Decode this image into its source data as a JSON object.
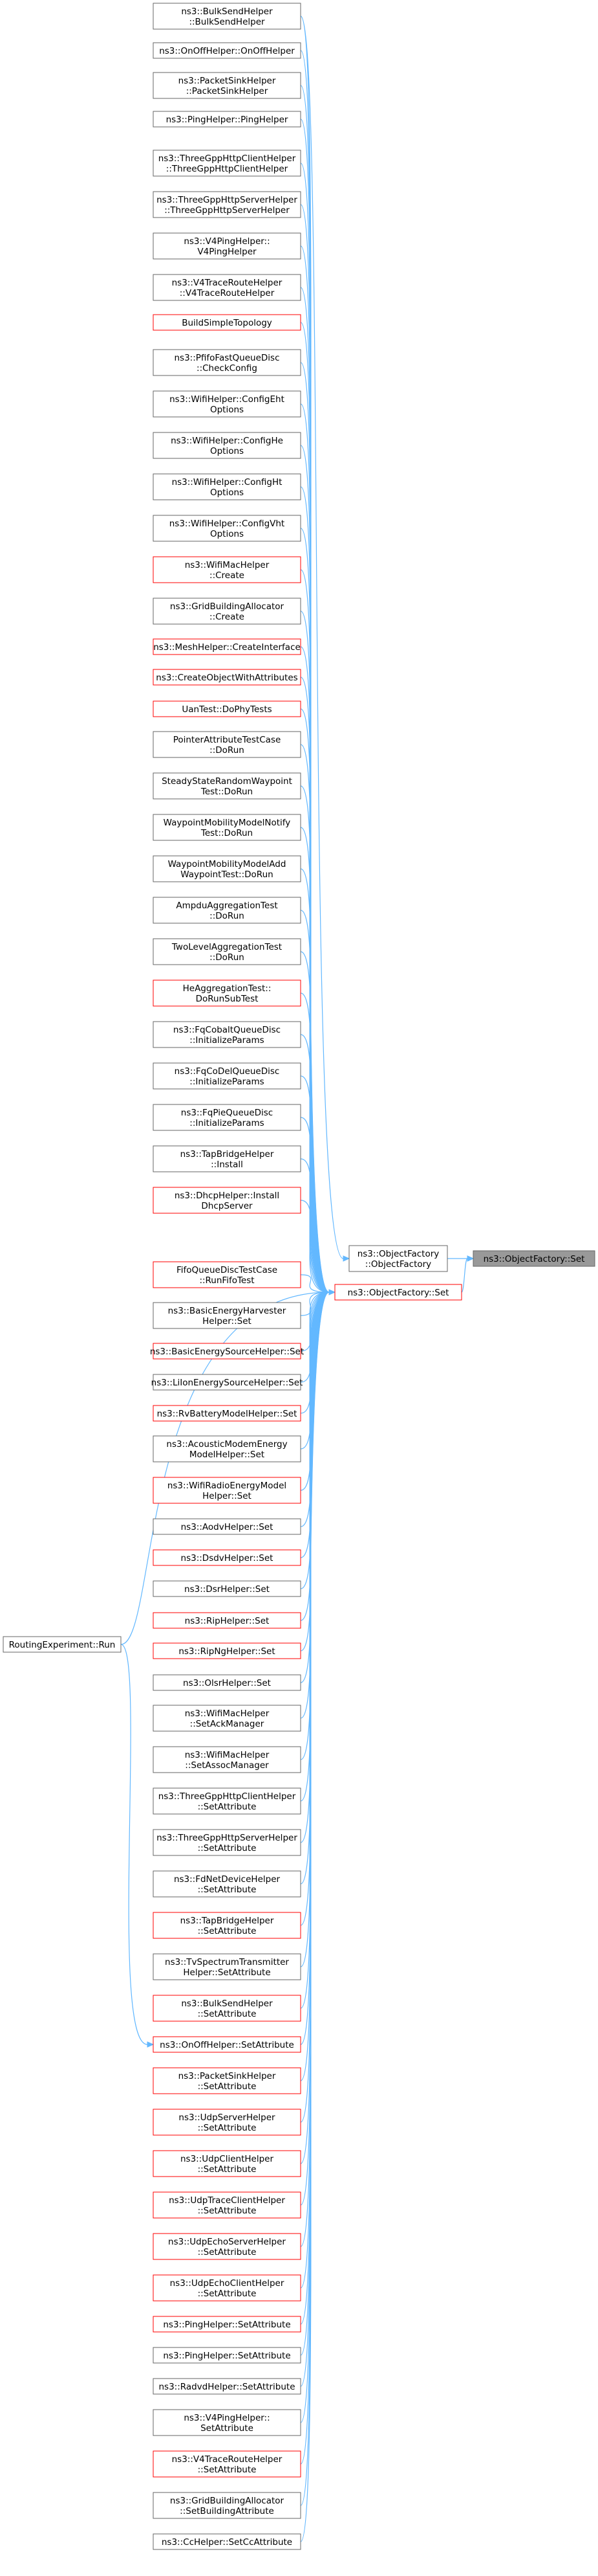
{
  "diagram": {
    "root": {
      "lines": [
        "ns3::ObjectFactory::Set"
      ],
      "style": "root"
    },
    "callers": [
      {
        "lines": [
          "ns3::ObjectFactory",
          "::ObjectFactory"
        ],
        "style": "normal"
      },
      {
        "lines": [
          "ns3::ObjectFactory::Set"
        ],
        "style": "red"
      }
    ],
    "level2": [
      {
        "lines": [
          "ns3::BulkSendHelper",
          "::BulkSendHelper"
        ],
        "style": "normal"
      },
      {
        "lines": [
          "ns3::OnOffHelper::OnOffHelper"
        ],
        "style": "normal"
      },
      {
        "lines": [
          "ns3::PacketSinkHelper",
          "::PacketSinkHelper"
        ],
        "style": "normal"
      },
      {
        "lines": [
          "ns3::PingHelper::PingHelper"
        ],
        "style": "normal"
      },
      {
        "lines": [
          "ns3::ThreeGppHttpClientHelper",
          "::ThreeGppHttpClientHelper"
        ],
        "style": "normal"
      },
      {
        "lines": [
          "ns3::ThreeGppHttpServerHelper",
          "::ThreeGppHttpServerHelper"
        ],
        "style": "normal"
      },
      {
        "lines": [
          "ns3::V4PingHelper::",
          "V4PingHelper"
        ],
        "style": "normal"
      },
      {
        "lines": [
          "ns3::V4TraceRouteHelper",
          "::V4TraceRouteHelper"
        ],
        "style": "normal"
      },
      {
        "lines": [
          "BuildSimpleTopology"
        ],
        "style": "red"
      },
      {
        "lines": [
          "ns3::PfifoFastQueueDisc",
          "::CheckConfig"
        ],
        "style": "normal"
      },
      {
        "lines": [
          "ns3::WifiHelper::ConfigEht",
          "Options"
        ],
        "style": "normal"
      },
      {
        "lines": [
          "ns3::WifiHelper::ConfigHe",
          "Options"
        ],
        "style": "normal"
      },
      {
        "lines": [
          "ns3::WifiHelper::ConfigHt",
          "Options"
        ],
        "style": "normal"
      },
      {
        "lines": [
          "ns3::WifiHelper::ConfigVht",
          "Options"
        ],
        "style": "normal"
      },
      {
        "lines": [
          "ns3::WifiMacHelper",
          "::Create"
        ],
        "style": "red"
      },
      {
        "lines": [
          "ns3::GridBuildingAllocator",
          "::Create"
        ],
        "style": "normal"
      },
      {
        "lines": [
          "ns3::MeshHelper::CreateInterface"
        ],
        "style": "red"
      },
      {
        "lines": [
          "ns3::CreateObjectWithAttributes"
        ],
        "style": "red"
      },
      {
        "lines": [
          "UanTest::DoPhyTests"
        ],
        "style": "red"
      },
      {
        "lines": [
          "PointerAttributeTestCase",
          "::DoRun"
        ],
        "style": "normal"
      },
      {
        "lines": [
          "SteadyStateRandomWaypoint",
          "Test::DoRun"
        ],
        "style": "normal"
      },
      {
        "lines": [
          "WaypointMobilityModelNotify",
          "Test::DoRun"
        ],
        "style": "normal"
      },
      {
        "lines": [
          "WaypointMobilityModelAdd",
          "WaypointTest::DoRun"
        ],
        "style": "normal"
      },
      {
        "lines": [
          "AmpduAggregationTest",
          "::DoRun"
        ],
        "style": "normal"
      },
      {
        "lines": [
          "TwoLevelAggregationTest",
          "::DoRun"
        ],
        "style": "normal"
      },
      {
        "lines": [
          "HeAggregationTest::",
          "DoRunSubTest"
        ],
        "style": "red"
      },
      {
        "lines": [
          "ns3::FqCobaltQueueDisc",
          "::InitializeParams"
        ],
        "style": "normal"
      },
      {
        "lines": [
          "ns3::FqCoDelQueueDisc",
          "::InitializeParams"
        ],
        "style": "normal"
      },
      {
        "lines": [
          "ns3::FqPieQueueDisc",
          "::InitializeParams"
        ],
        "style": "normal"
      },
      {
        "lines": [
          "ns3::TapBridgeHelper",
          "::Install"
        ],
        "style": "normal"
      },
      {
        "lines": [
          "ns3::DhcpHelper::Install",
          "DhcpServer"
        ],
        "style": "red"
      },
      {
        "lines": [
          "FifoQueueDiscTestCase",
          "::RunFifoTest"
        ],
        "style": "red"
      },
      {
        "lines": [
          "ns3::BasicEnergyHarvester",
          "Helper::Set"
        ],
        "style": "normal"
      },
      {
        "lines": [
          "ns3::BasicEnergySourceHelper::Set"
        ],
        "style": "red"
      },
      {
        "lines": [
          "ns3::LiIonEnergySourceHelper::Set"
        ],
        "style": "normal"
      },
      {
        "lines": [
          "ns3::RvBatteryModelHelper::Set"
        ],
        "style": "red"
      },
      {
        "lines": [
          "ns3::AcousticModemEnergy",
          "ModelHelper::Set"
        ],
        "style": "normal"
      },
      {
        "lines": [
          "ns3::WifiRadioEnergyModel",
          "Helper::Set"
        ],
        "style": "red"
      },
      {
        "lines": [
          "ns3::AodvHelper::Set"
        ],
        "style": "normal"
      },
      {
        "lines": [
          "ns3::DsdvHelper::Set"
        ],
        "style": "red"
      },
      {
        "lines": [
          "ns3::DsrHelper::Set"
        ],
        "style": "normal"
      },
      {
        "lines": [
          "ns3::RipHelper::Set"
        ],
        "style": "red"
      },
      {
        "lines": [
          "ns3::RipNgHelper::Set"
        ],
        "style": "red"
      },
      {
        "lines": [
          "ns3::OlsrHelper::Set"
        ],
        "style": "normal"
      },
      {
        "lines": [
          "ns3::WifiMacHelper",
          "::SetAckManager"
        ],
        "style": "normal"
      },
      {
        "lines": [
          "ns3::WifiMacHelper",
          "::SetAssocManager"
        ],
        "style": "normal"
      },
      {
        "lines": [
          "ns3::ThreeGppHttpClientHelper",
          "::SetAttribute"
        ],
        "style": "normal"
      },
      {
        "lines": [
          "ns3::ThreeGppHttpServerHelper",
          "::SetAttribute"
        ],
        "style": "normal"
      },
      {
        "lines": [
          "ns3::FdNetDeviceHelper",
          "::SetAttribute"
        ],
        "style": "normal"
      },
      {
        "lines": [
          "ns3::TapBridgeHelper",
          "::SetAttribute"
        ],
        "style": "red"
      },
      {
        "lines": [
          "ns3::TvSpectrumTransmitter",
          "Helper::SetAttribute"
        ],
        "style": "normal"
      },
      {
        "lines": [
          "ns3::BulkSendHelper",
          "::SetAttribute"
        ],
        "style": "red"
      },
      {
        "lines": [
          "ns3::OnOffHelper::SetAttribute"
        ],
        "style": "red"
      },
      {
        "lines": [
          "ns3::PacketSinkHelper",
          "::SetAttribute"
        ],
        "style": "red"
      },
      {
        "lines": [
          "ns3::UdpServerHelper",
          "::SetAttribute"
        ],
        "style": "red"
      },
      {
        "lines": [
          "ns3::UdpClientHelper",
          "::SetAttribute"
        ],
        "style": "red"
      },
      {
        "lines": [
          "ns3::UdpTraceClientHelper",
          "::SetAttribute"
        ],
        "style": "red"
      },
      {
        "lines": [
          "ns3::UdpEchoServerHelper",
          "::SetAttribute"
        ],
        "style": "red"
      },
      {
        "lines": [
          "ns3::UdpEchoClientHelper",
          "::SetAttribute"
        ],
        "style": "red"
      },
      {
        "lines": [
          "ns3::PingHelper::SetAttribute"
        ],
        "style": "red"
      },
      {
        "lines": [
          "ns3::PingHelper::SetAttribute"
        ],
        "style": "normal"
      },
      {
        "lines": [
          "ns3::RadvdHelper::SetAttribute"
        ],
        "style": "normal"
      },
      {
        "lines": [
          "ns3::V4PingHelper::",
          "SetAttribute"
        ],
        "style": "normal"
      },
      {
        "lines": [
          "ns3::V4TraceRouteHelper",
          "::SetAttribute"
        ],
        "style": "red"
      },
      {
        "lines": [
          "ns3::GridBuildingAllocator",
          "::SetBuildingAttribute"
        ],
        "style": "normal"
      },
      {
        "lines": [
          "ns3::CcHelper::SetCcAttribute"
        ],
        "style": "normal"
      }
    ],
    "level3": [
      {
        "lines": [
          "RoutingExperiment::Run"
        ],
        "style": "normal"
      }
    ]
  }
}
